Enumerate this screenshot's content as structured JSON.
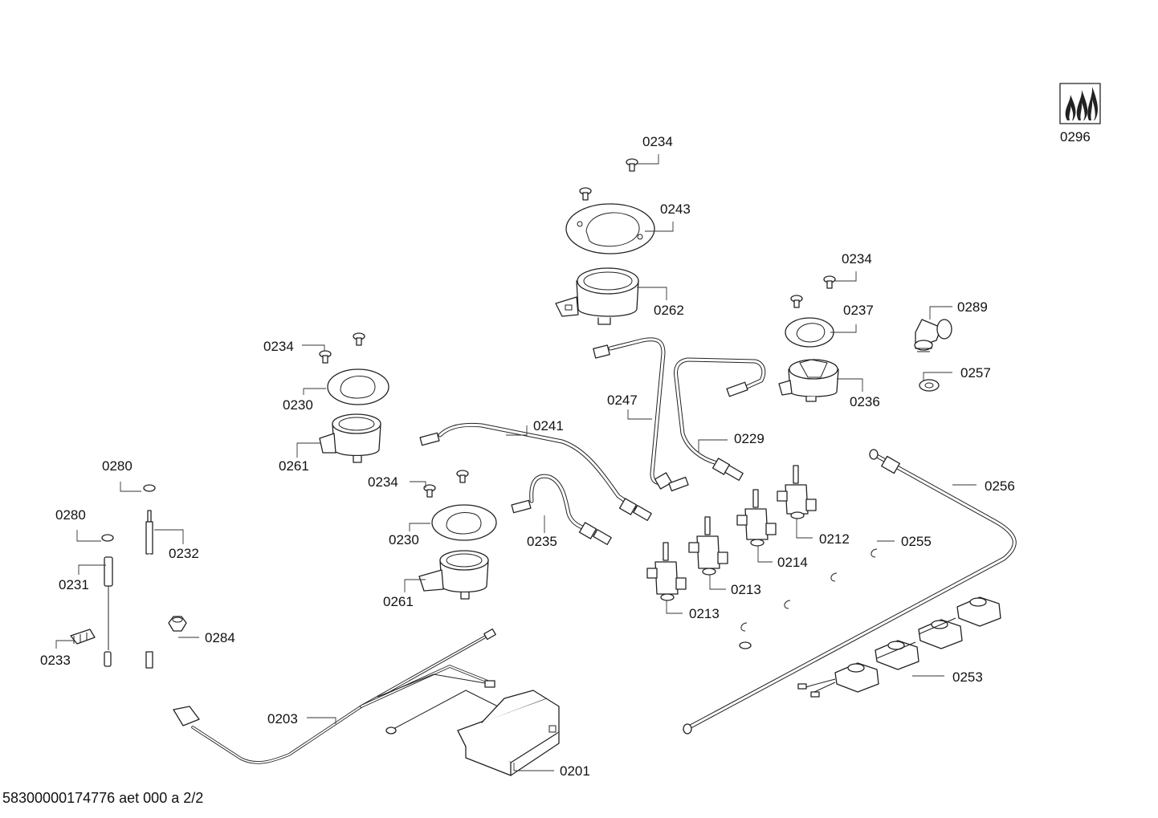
{
  "labels": {
    "l0296": "0296",
    "l0234a": "0234",
    "l0243": "0243",
    "l0262": "0262",
    "l0234b": "0234",
    "l0237": "0237",
    "l0289": "0289",
    "l0257": "0257",
    "l0236": "0236",
    "l0234c": "0234",
    "l0230a": "0230",
    "l0261a": "0261",
    "l0247": "0247",
    "l0241": "0241",
    "l0229": "0229",
    "l0256": "0256",
    "l0280a": "0280",
    "l0234d": "0234",
    "l0280b": "0280",
    "l0232": "0232",
    "l0230b": "0230",
    "l0235": "0235",
    "l0212": "0212",
    "l0255": "0255",
    "l0214": "0214",
    "l0231": "0231",
    "l0261b": "0261",
    "l0213a": "0213",
    "l0213b": "0213",
    "l0284": "0284",
    "l0233": "0233",
    "l0253": "0253",
    "l0203": "0203",
    "l0201": "0201"
  },
  "footer": "58300000174776 aet 000 a 2/2"
}
